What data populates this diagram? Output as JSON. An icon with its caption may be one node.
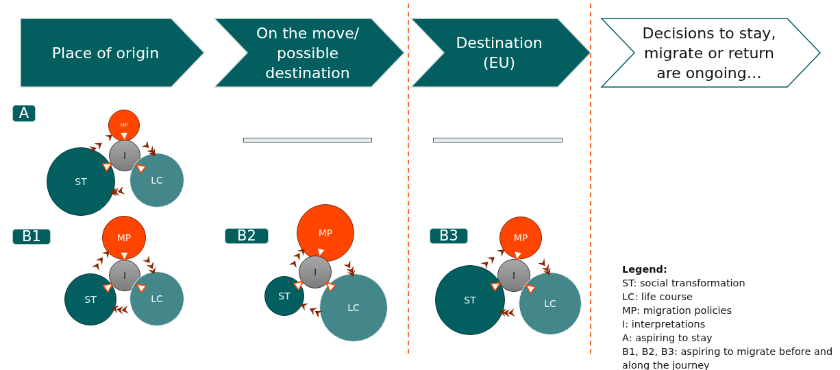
{
  "diagram": {
    "nodes": [
      {
        "text": [
          "Place of origin"
        ]
      },
      {
        "text": [
          "On the move/ possible destination"
        ]
      },
      {
        "text": [
          "Destination (EU)"
        ]
      },
      {
        "text": [
          "Decisions to stay, migrate or return are ongoing…"
        ]
      },
      {
        "text": [
          "A"
        ]
      },
      {
        "text": [
          "MP"
        ]
      },
      {
        "text": [
          "I"
        ]
      },
      {
        "text": [
          "ST"
        ]
      },
      {
        "text": [
          "LC"
        ]
      },
      {
        "text": [],
        "shape": "bar"
      },
      {
        "text": [],
        "shape": "bar"
      },
      {
        "text": [
          "B1"
        ]
      },
      {
        "text": [
          "MP"
        ]
      },
      {
        "text": [
          "I"
        ]
      },
      {
        "text": [
          "ST"
        ]
      },
      {
        "text": [
          "LC"
        ]
      },
      {
        "text": [
          "B2"
        ]
      },
      {
        "text": [
          "MP"
        ]
      },
      {
        "text": [
          "I"
        ]
      },
      {
        "text": [
          "ST"
        ]
      },
      {
        "text": [
          "LC"
        ]
      },
      {
        "text": [
          "B3"
        ]
      },
      {
        "text": [
          "MP"
        ]
      },
      {
        "text": [
          "I"
        ]
      },
      {
        "text": [
          "ST"
        ]
      },
      {
        "text": [
          "LC"
        ]
      }
    ],
    "edges": [
      {
        "from": 7,
        "to": 5,
        "arrow": "to"
      },
      {
        "from": 5,
        "to": 8,
        "arrow": "to"
      },
      {
        "from": 8,
        "to": 7,
        "arrow": "to"
      },
      {
        "from": 5,
        "to": 6,
        "arrow": "to",
        "style": "thick",
        "color": "#ff4500"
      },
      {
        "from": 7,
        "to": 6,
        "arrow": "to",
        "style": "thick",
        "color": "#ff4500"
      },
      {
        "from": 8,
        "to": 6,
        "arrow": "to",
        "style": "thick",
        "color": "#ff4500"
      },
      {
        "from": 14,
        "to": 12,
        "arrow": "to"
      },
      {
        "from": 12,
        "to": 15,
        "arrow": "to"
      },
      {
        "from": 15,
        "to": 14,
        "arrow": "to"
      },
      {
        "from": 12,
        "to": 13,
        "arrow": "to",
        "style": "thick",
        "color": "#ff4500"
      },
      {
        "from": 14,
        "to": 13,
        "arrow": "to",
        "style": "thick",
        "color": "#ff4500"
      },
      {
        "from": 15,
        "to": 13,
        "arrow": "to",
        "style": "thick",
        "color": "#ff4500"
      },
      {
        "from": 19,
        "to": 17,
        "arrow": "to"
      },
      {
        "from": 17,
        "to": 20,
        "arrow": "to"
      },
      {
        "from": 20,
        "to": 19,
        "arrow": "to"
      },
      {
        "from": 17,
        "to": 18,
        "arrow": "to",
        "style": "thick",
        "color": "#ff4500"
      },
      {
        "from": 19,
        "to": 18,
        "arrow": "to",
        "style": "thick",
        "color": "#ff4500"
      },
      {
        "from": 20,
        "to": 18,
        "arrow": "to",
        "style": "thick",
        "color": "#ff4500"
      },
      {
        "from": 24,
        "to": 22,
        "arrow": "to"
      },
      {
        "from": 22,
        "to": 25,
        "arrow": "to"
      },
      {
        "from": 25,
        "to": 24,
        "arrow": "to"
      },
      {
        "from": 22,
        "to": 23,
        "arrow": "to",
        "style": "thick",
        "color": "#ff4500"
      },
      {
        "from": 24,
        "to": 23,
        "arrow": "to",
        "style": "thick",
        "color": "#ff4500"
      },
      {
        "from": 25,
        "to": 23,
        "arrow": "to",
        "style": "thick",
        "color": "#ff4500"
      }
    ],
    "labels": [
      "Legend:",
      "ST: social transformation",
      "LC: life course",
      "MP: migration policies",
      "I: interpretations",
      "A: aspiring to stay",
      "B1, B2, B3: aspiring to migrate before and along the journey"
    ]
  }
}
